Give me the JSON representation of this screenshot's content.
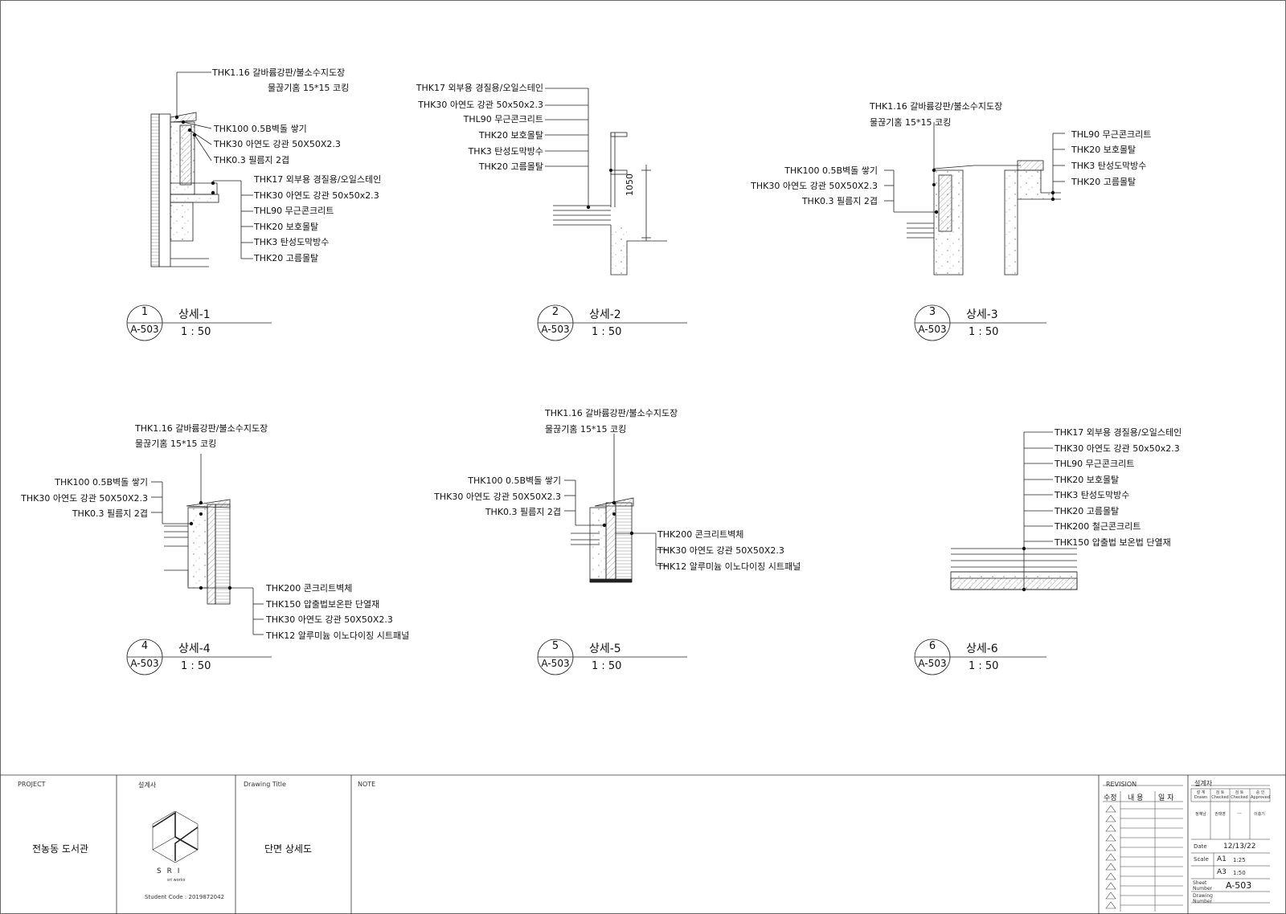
{
  "details": [
    {
      "num": "1",
      "sheet": "A-503",
      "title": "상세-1",
      "scale": "1 : 50"
    },
    {
      "num": "2",
      "sheet": "A-503",
      "title": "상세-2",
      "scale": "1 : 50"
    },
    {
      "num": "3",
      "sheet": "A-503",
      "title": "상세-3",
      "scale": "1 : 50"
    },
    {
      "num": "4",
      "sheet": "A-503",
      "title": "상세-4",
      "scale": "1 : 50"
    },
    {
      "num": "5",
      "sheet": "A-503",
      "title": "상세-5",
      "scale": "1 : 50"
    },
    {
      "num": "6",
      "sheet": "A-503",
      "title": "상세-6",
      "scale": "1 : 50"
    }
  ],
  "d1": {
    "top": [
      "THK1.16 갈바륨강판/불소수지도장",
      "물끊기홈 15*15 코킹"
    ],
    "mid": [
      "THK100 0.5B벽돌 쌓기",
      "THK30 아연도 강관 50X50X2.3",
      "THK0.3 필름지 2겹"
    ],
    "bot": [
      "THK17 외부용 경질용/오일스테인",
      "THK30 아연도 강관 50x50x2.3",
      "THL90 무근콘크리트",
      "THK20 보호몰탈",
      "THK3 탄성도막방수",
      "THK20 고름몰탈"
    ]
  },
  "d2": {
    "labels": [
      "THK17 외부용 경질용/오일스테인",
      "THK30 아연도 강관 50x50x2.3",
      "THL90 무근콘크리트",
      "THK20 보호몰탈",
      "THK3 탄성도막방수",
      "THK20 고름몰탈"
    ],
    "dim": "1050"
  },
  "d3": {
    "top": [
      "THK1.16 갈바륨강판/불소수지도장",
      "물끊기홈 15*15 코킹"
    ],
    "left": [
      "THK100 0.5B벽돌 쌓기",
      "THK30 아연도 강관 50X50X2.3",
      "THK0.3 필름지 2겹"
    ],
    "right": [
      "THL90 무근콘크리트",
      "THK20 보호몰탈",
      "THK3 탄성도막방수",
      "THK20 고름몰탈"
    ]
  },
  "d4": {
    "top": [
      "THK1.16 갈바륨강판/불소수지도장",
      "물끊기홈 15*15 코킹"
    ],
    "left": [
      "THK100 0.5B벽돌 쌓기",
      "THK30 아연도 강관 50X50X2.3",
      "THK0.3 필름지 2겹"
    ],
    "bot": [
      "THK200 콘크리트벽체",
      "THK150 압출법보온판 단열재",
      "THK30 아연도 강관 50X50X2.3",
      "THK12 알루미늄 이노다이징 시트패널"
    ]
  },
  "d5": {
    "top": [
      "THK1.16 갈바륨강판/불소수지도장",
      "물끊기홈 15*15 코킹"
    ],
    "left": [
      "THK100 0.5B벽돌 쌓기",
      "THK30 아연도 강관 50X50X2.3",
      "THK0.3 필름지 2겹"
    ],
    "right": [
      "THK200 콘크리트벽체",
      "THK30 아연도 강관 50X50X2.3",
      "THK12 알루미늄 이노다이징 시트패널"
    ]
  },
  "d6": {
    "labels": [
      "THK17 외부용 경질용/오일스테인",
      "THK30 아연도 강관 50x50x2.3",
      "THL90 무근콘크리트",
      "THK20 보호몰탈",
      "THK3 탄성도막방수",
      "THK20 고름몰탈",
      "THK200 철근콘크리트",
      "THK150 압출법 보온법 단열재"
    ]
  },
  "titleblock": {
    "project_cap": "PROJECT",
    "project": "전농동 도서관",
    "designer_cap": "설계사",
    "logo_text": "S  R  I",
    "logo_sub": "sri works",
    "student": "Student Code : 2019872042",
    "dtitle_cap": "Drawing Title",
    "dtitle": "단면 상세도",
    "note_cap": "NOTE",
    "revision_cap": "REVISION",
    "rev_cols": [
      "수정",
      "내  용",
      "일 자"
    ],
    "designer2_cap": "설계자",
    "sign_cols": [
      "설 계\nDrawn",
      "검 토\nChecked",
      "검 토\nChecked",
      "승 인\nApproved"
    ],
    "signs": [
      "정혜남",
      "권태영",
      "---",
      "이충기"
    ],
    "date_cap": "Date",
    "date": "12/13/22",
    "scale_cap": "Scale",
    "scale_a1": "A1",
    "scale_a1v": "1:25",
    "scale_a3": "A3",
    "scale_a3v": "1:50",
    "sheet_cap": "Sheet Number",
    "sheet": "A-503",
    "drawing_cap": "Drawing Number"
  }
}
